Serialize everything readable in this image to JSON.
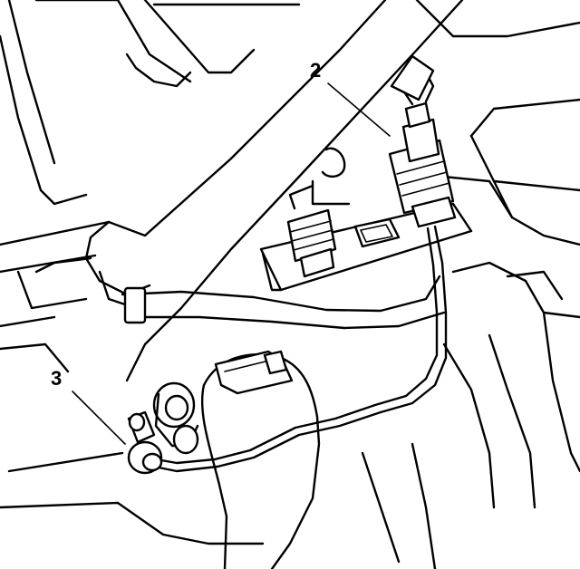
{
  "callouts": [
    {
      "id": "2",
      "label": "2"
    },
    {
      "id": "3",
      "label": "3"
    }
  ]
}
